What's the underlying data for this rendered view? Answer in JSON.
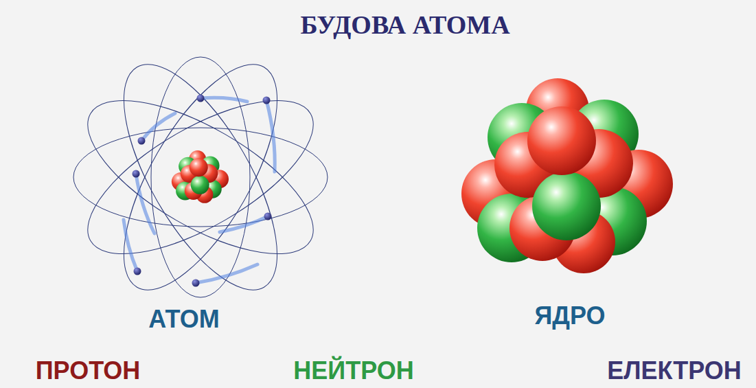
{
  "diagram": {
    "title": "БУДОВА АТОМА",
    "labels": [
      "АТОМ",
      "ЯДРО",
      "ПРОТОН",
      "НЕЙТРОН",
      "ЕЛЕКТРОН"
    ]
  }
}
